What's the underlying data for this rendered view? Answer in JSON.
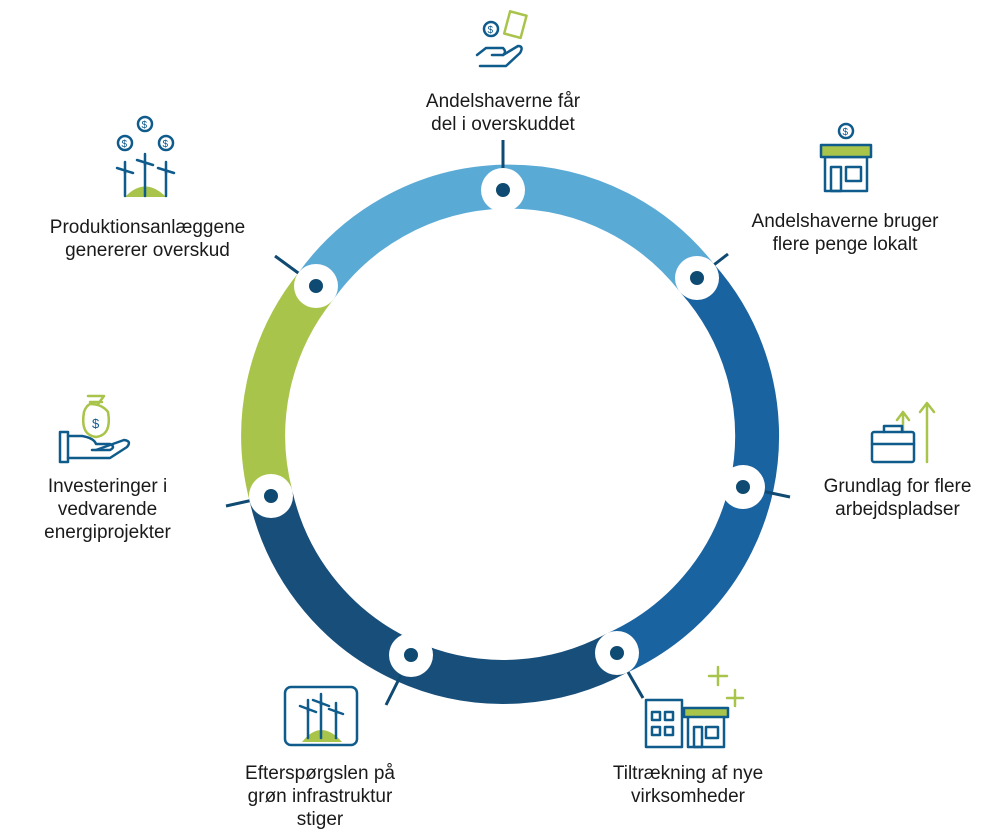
{
  "colors": {
    "light_blue": "#5aaad6",
    "mid_blue": "#1a63a1",
    "dark_blue": "#174e7a",
    "green": "#a9c44a",
    "node_dot": "#0f4a72",
    "icon_stroke": "#0f5b8c",
    "icon_accent": "#a9c44a"
  },
  "steps": [
    {
      "id": "share-profit",
      "text": "Andelshaverne får\ndel i overskuddet",
      "icon": "hand-coins-icon"
    },
    {
      "id": "spend-local",
      "text": "Andelshaverne bruger\nflere penge lokalt",
      "icon": "shop-icon"
    },
    {
      "id": "jobs",
      "text": "Grundlag for flere\narbejdspladser",
      "icon": "briefcase-growth-icon"
    },
    {
      "id": "attract-business",
      "text": "Tiltrækning af nye\nvirksomheder",
      "icon": "buildings-plus-icon"
    },
    {
      "id": "demand",
      "text": "Efterspørgslen på\ngrøn infrastruktur\nstiger",
      "icon": "windturbine-screen-icon"
    },
    {
      "id": "invest",
      "text": "Investeringer i\nvedvarende\nenergiprojekter",
      "icon": "hand-moneybag-icon"
    },
    {
      "id": "surplus",
      "text": "Produktionsanlæggene\ngenererer overskud",
      "icon": "windturbines-coins-icon"
    }
  ]
}
